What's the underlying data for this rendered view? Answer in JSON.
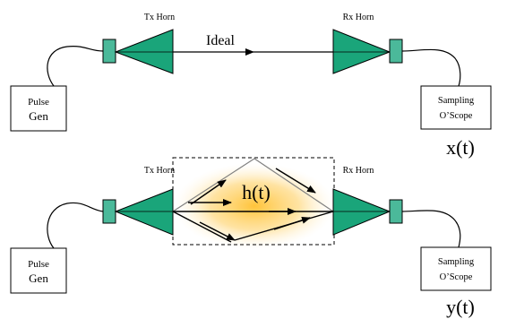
{
  "top": {
    "tx_label": "Tx Horn",
    "rx_label": "Rx Horn",
    "path_label": "Ideal",
    "pulse_gen": [
      "Pulse",
      "Gen"
    ],
    "scope": [
      "Sampling",
      "O’Scope"
    ],
    "signal": "x(t)"
  },
  "bottom": {
    "tx_label": "Tx Horn",
    "rx_label": "Rx Horn",
    "channel_label": "h(t)",
    "pulse_gen": [
      "Pulse",
      "Gen"
    ],
    "scope": [
      "Sampling",
      "O’Scope"
    ],
    "signal": "y(t)"
  },
  "colors": {
    "horn": "#1aa57a",
    "connector": "#4bb99a",
    "glow": "#ffcf5a"
  }
}
